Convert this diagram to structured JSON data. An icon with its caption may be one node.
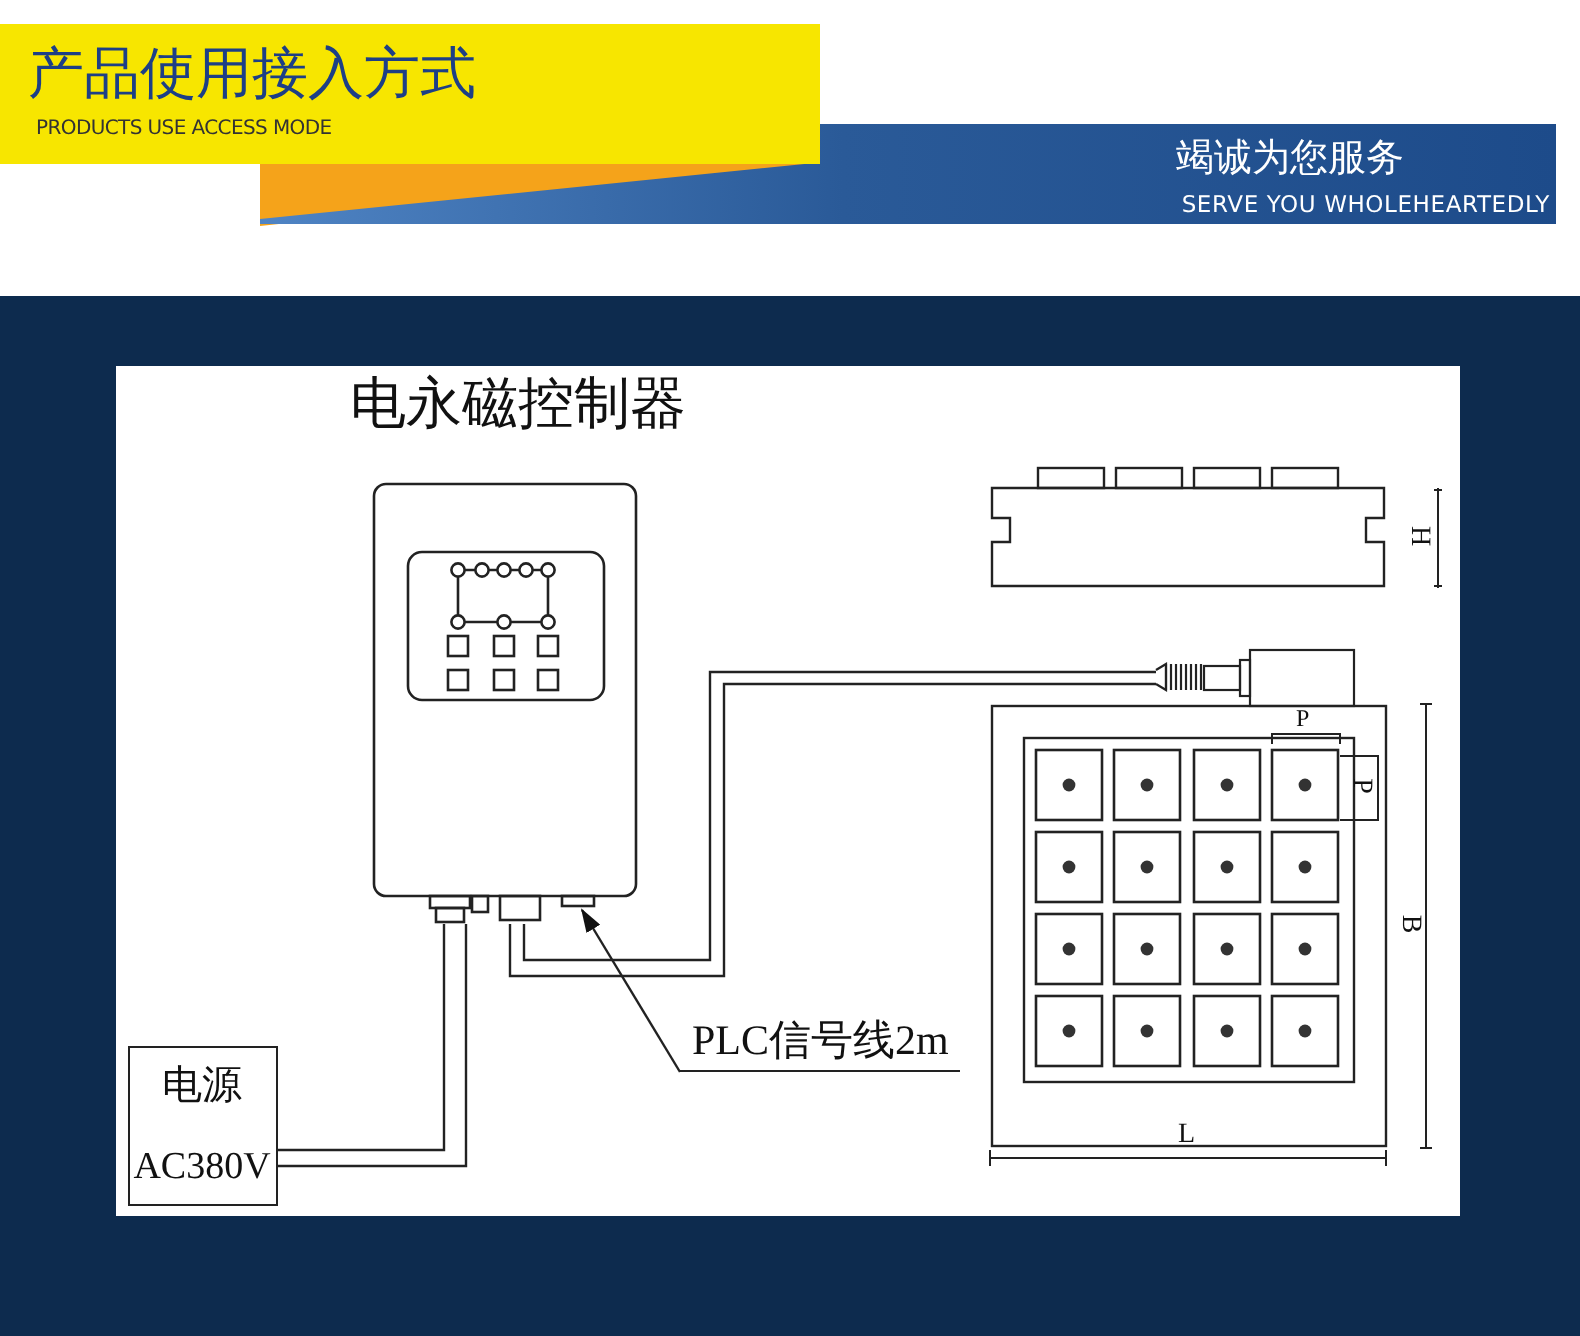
{
  "diagram": {
    "title": "产品使用接入方式",
    "nodes": [
      {
        "text": [
          "电永磁控制器"
        ]
      },
      {
        "text": [
          "电源",
          "AC380V"
        ]
      },
      {
        "text": [],
        "shape": "box"
      },
      {
        "text": [
          "PLC信号线2m"
        ]
      }
    ],
    "edges": [
      {
        "from": 0,
        "to": 1,
        "arrow": "none"
      },
      {
        "from": 0,
        "to": 2,
        "arrow": "none"
      },
      {
        "from": 3,
        "to": 0,
        "arrow": "to"
      }
    ],
    "labels": [
      "PRODUCTS USE ACCESS MODE",
      "竭诚为您服务",
      "SERVE YOU WHOLEHEARTEDLY",
      "H",
      "P",
      "P",
      "B",
      "L"
    ]
  }
}
